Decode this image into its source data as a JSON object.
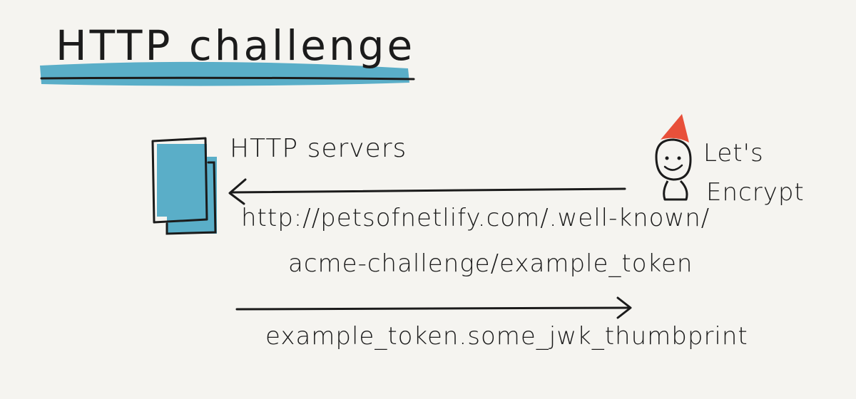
{
  "title": "HTTP challenge",
  "servers_label": "HTTP servers",
  "lets_encrypt": {
    "line1": "Let's",
    "line2": "Encrypt"
  },
  "request": {
    "line1": "http://petsofnetlify.com/.well-known/",
    "line2": "acme-challenge/example_token"
  },
  "response": "example_token.some_jwk_thumbprint",
  "colors": {
    "background": "#f5f4f0",
    "accent_blue": "#5aaec8",
    "hat_red": "#e8503a",
    "ink": "#1b1b1b"
  }
}
